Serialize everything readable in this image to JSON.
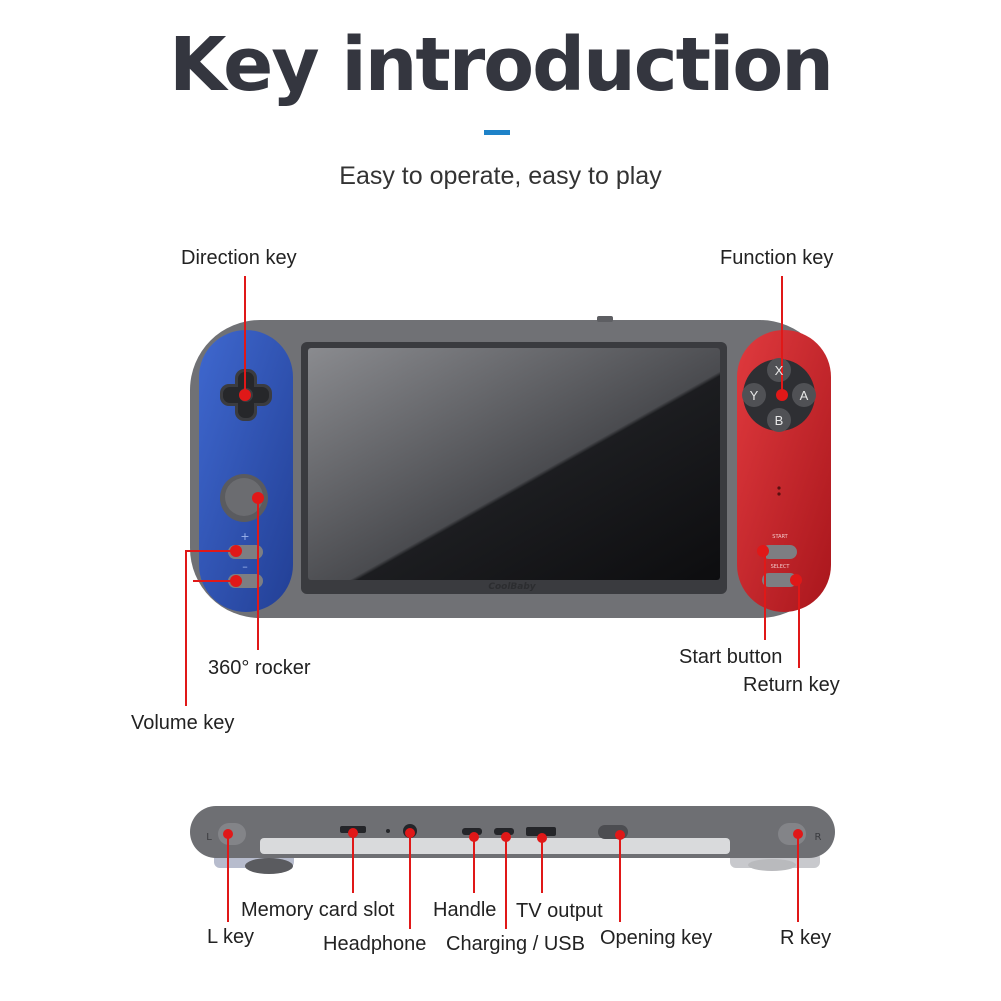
{
  "header": {
    "title": "Key introduction",
    "subtitle": "Easy to operate, easy to play"
  },
  "device_front": {
    "brand_text": "CoolBaby",
    "face_buttons": [
      "X",
      "Y",
      "A",
      "B"
    ],
    "start_text": "START",
    "select_text": "SELECT",
    "volume_plus": "+",
    "volume_minus": "–",
    "labels": {
      "direction_key": "Direction key",
      "function_key": "Function key",
      "rocker": "360° rocker",
      "volume_key": "Volume key",
      "start_button": "Start button",
      "return_key": "Return key"
    }
  },
  "device_bottom": {
    "l_text": "L",
    "r_text": "R",
    "labels": {
      "memory_card_slot": "Memory card slot",
      "l_key": "L key",
      "headphone": "Headphone",
      "handle": "Handle",
      "charging_usb": "Charging / USB",
      "tv_output": "TV output",
      "opening_key": "Opening key",
      "r_key": "R key"
    }
  },
  "colors": {
    "left_panel": "#2f55b8",
    "right_panel": "#c8262c",
    "body": "#6e6f73",
    "callout": "#e01818",
    "accent": "#1e82c8"
  }
}
